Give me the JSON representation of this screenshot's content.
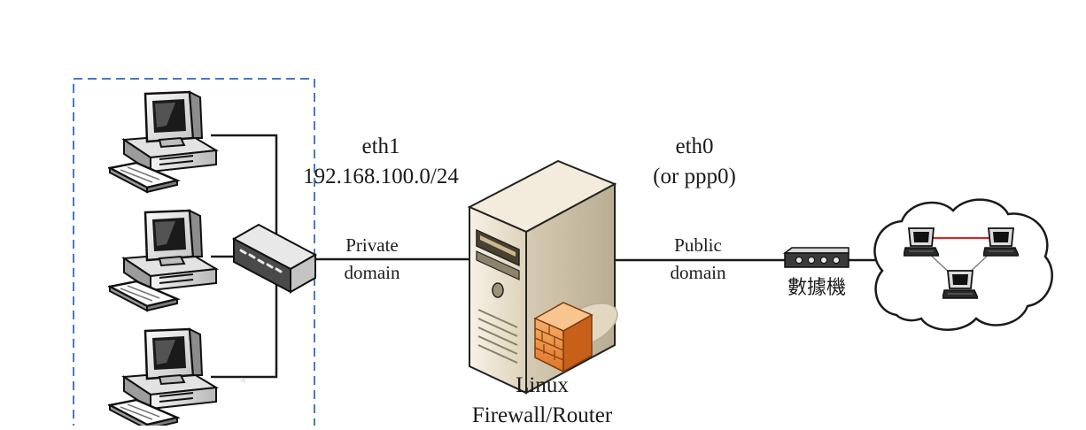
{
  "labels": {
    "eth1": "eth1",
    "eth1_subnet": "192.168.100.0/24",
    "eth0": "eth0",
    "eth0_alt": "(or ppp0)",
    "private_line1": "Private",
    "private_line2": "domain",
    "public_line1": "Public",
    "public_line2": "domain",
    "modem": "數據機",
    "server_line1": "Linux",
    "server_line2": "Firewall/Router"
  },
  "colors": {
    "lan_boundary": "#4a78c8",
    "cable": "#1a1a1a",
    "internet_link": "#e02020",
    "firewall": "#e98a3c",
    "server_body": "#ece3cf"
  },
  "nodes": [
    {
      "id": "pc-1",
      "icon": "desktop-computer-icon"
    },
    {
      "id": "pc-2",
      "icon": "desktop-computer-icon"
    },
    {
      "id": "pc-3",
      "icon": "desktop-computer-icon"
    },
    {
      "id": "switch",
      "icon": "network-switch-icon"
    },
    {
      "id": "server",
      "icon": "server-tower-icon"
    },
    {
      "id": "firewall",
      "icon": "firewall-brick-icon"
    },
    {
      "id": "modem",
      "icon": "modem-icon"
    },
    {
      "id": "internet",
      "icon": "internet-cloud-icon"
    }
  ]
}
